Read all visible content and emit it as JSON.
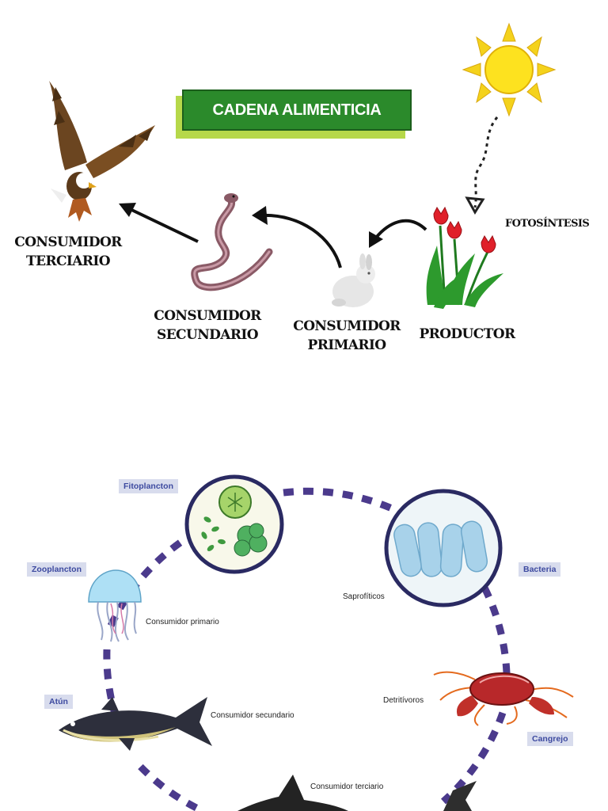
{
  "top_chain": {
    "title": "CADENA ALIMENTICIA",
    "photosynthesis_label": "FOTOSÍNTESIS",
    "levels": {
      "tertiary": [
        "CONSUMIDOR",
        "TERCIARIO"
      ],
      "secondary": [
        "CONSUMIDOR",
        "SECUNDARIO"
      ],
      "primary": [
        "CONSUMIDOR",
        "PRIMARIO"
      ],
      "producer": "PRODUCTOR"
    },
    "colors": {
      "banner": "#2b8a2b",
      "banner_shadow": "#b6d84a"
    }
  },
  "marine_cycle": {
    "organisms": {
      "phytoplankton": "Fitoplancton",
      "zooplankton": "Zooplancton",
      "tuna": "Atún",
      "bacteria": "Bacteria",
      "crab": "Cangrejo"
    },
    "roles": {
      "primary": "Consumidor primario",
      "secondary": "Consumidor secundario",
      "tertiary": "Consumidor terciario",
      "saprophytes": "Saprofíticos",
      "detritivores": "Detritívoros"
    },
    "colors": {
      "dashed_ring": "#4b3a8c",
      "tag_bg": "#d8dced",
      "tag_text": "#3d4aa0"
    }
  }
}
